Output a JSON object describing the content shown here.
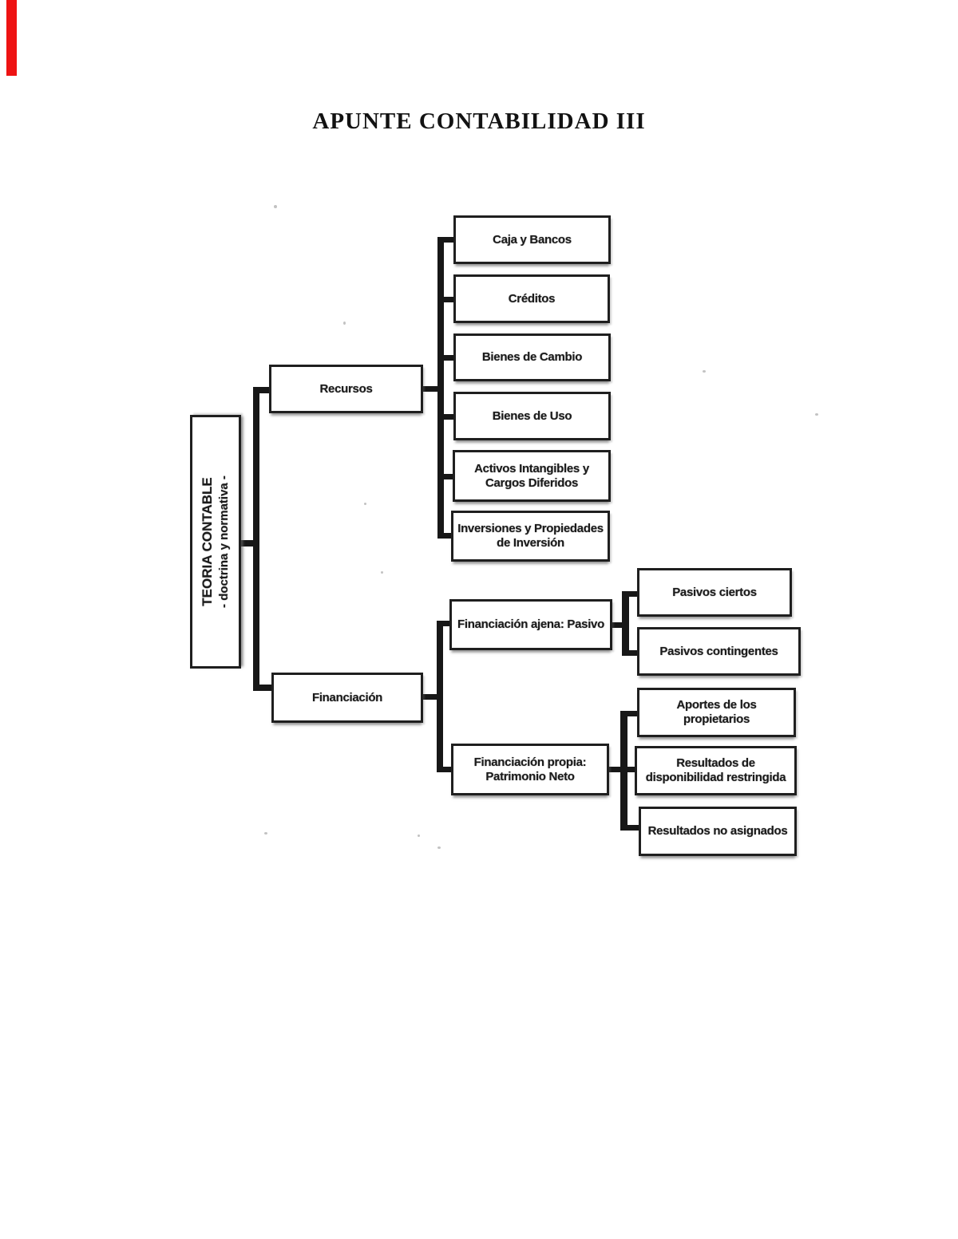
{
  "page": {
    "title": "APUNTE CONTABILIDAD III"
  },
  "colors": {
    "red_margin_bar": "#ee1313",
    "diagram_line": "#171717",
    "box_border": "#1f1f1f"
  },
  "tree": {
    "root": {
      "title": "TEORIA CONTABLE",
      "subtitle": "- doctrina y normativa -"
    },
    "branches": [
      {
        "label": "Recursos",
        "children": [
          "Caja y Bancos",
          "Créditos",
          "Bienes de Cambio",
          "Bienes de Uso",
          "Activos Intangibles y\nCargos Diferidos",
          "Inversiones y Propiedades\nde Inversión"
        ]
      },
      {
        "label": "Financiación",
        "children": [
          {
            "label": "Financiación ajena: Pasivo",
            "children": [
              "Pasivos ciertos",
              "Pasivos contingentes"
            ]
          },
          {
            "label": "Financiación propia:\nPatrimonio Neto",
            "children": [
              "Aportes de los\npropietarios",
              "Resultados de\ndisponibilidad restringida",
              "Resultados no asignados"
            ]
          }
        ]
      }
    ]
  }
}
